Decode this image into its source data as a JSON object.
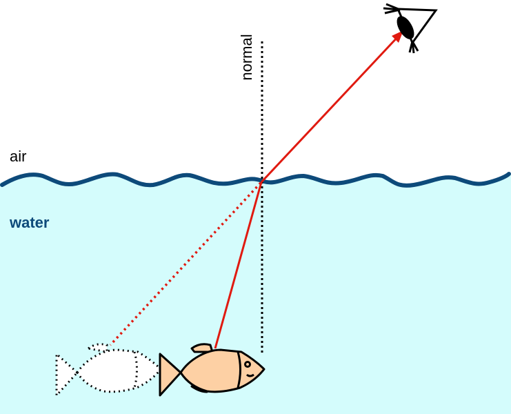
{
  "labels": {
    "air": "air",
    "water": "water",
    "normal": "normal"
  },
  "colors": {
    "water": "#d4fcfc",
    "surface": "#0d4a7a",
    "ray": "#e01a10",
    "fish": "#fdd0a4"
  },
  "icons": [
    "eye-icon",
    "fish-icon",
    "image-fish-icon"
  ]
}
